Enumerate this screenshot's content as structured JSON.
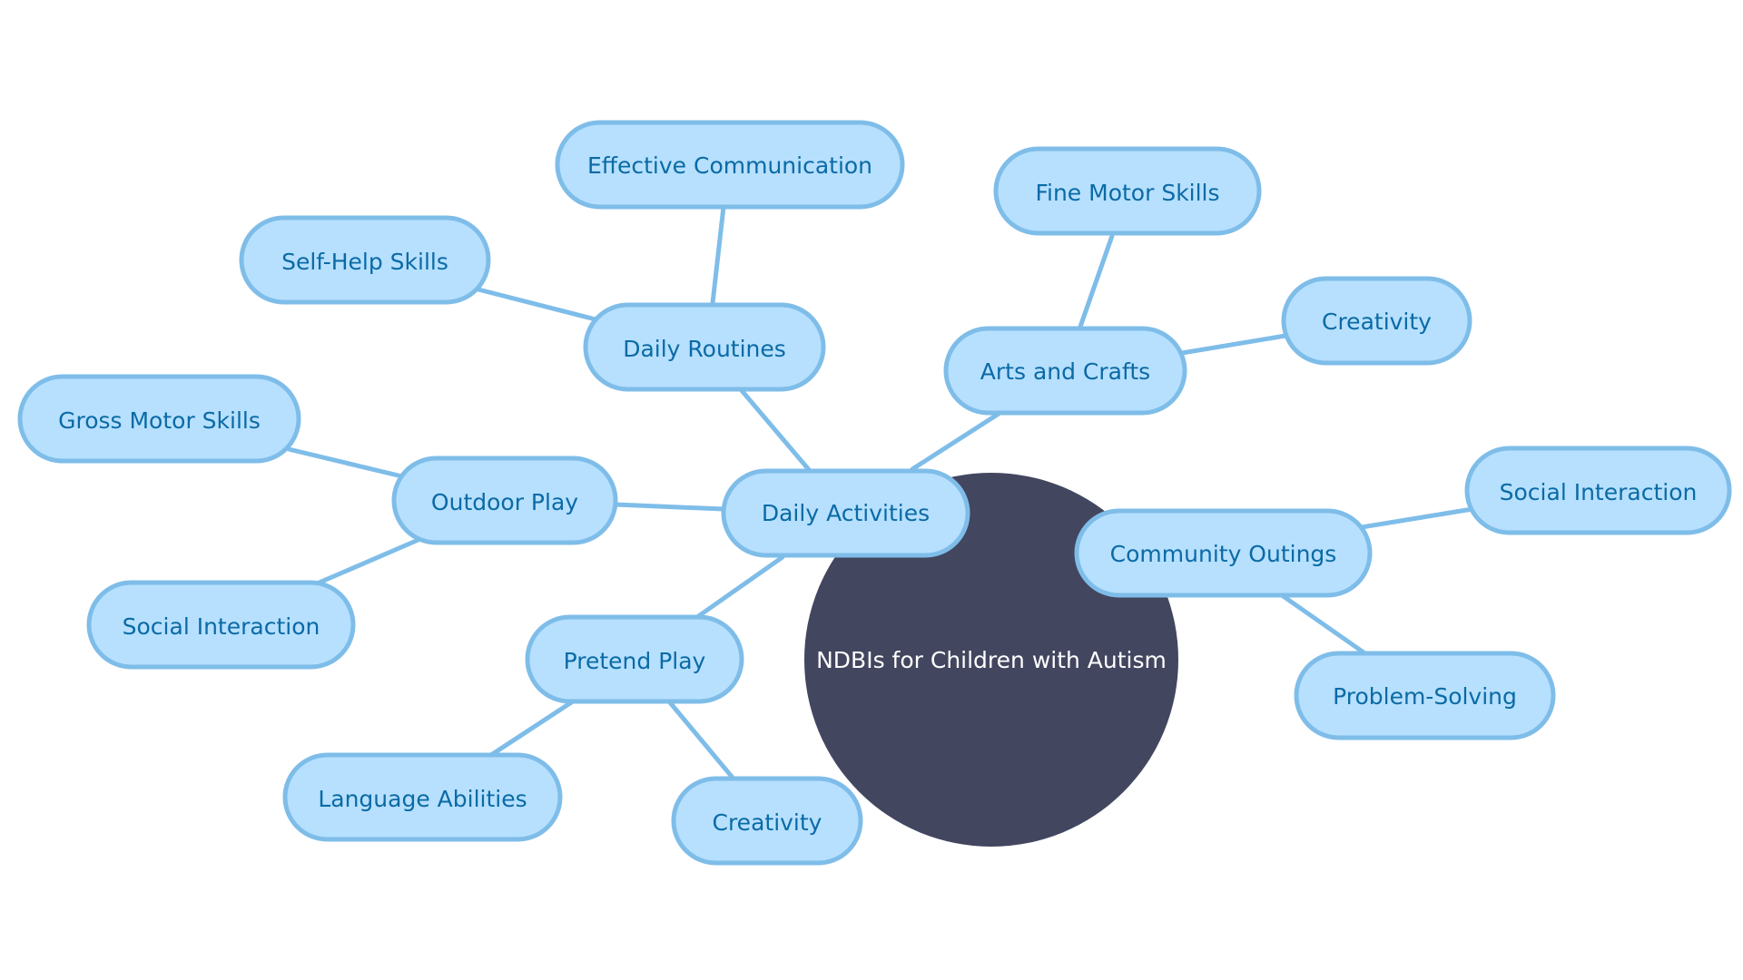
{
  "diagram": {
    "root": "NDBIs for Children with Autism",
    "hub": "Daily Activities",
    "branches": {
      "daily_routines": {
        "label": "Daily Routines",
        "children": [
          "Effective Communication",
          "Self-Help Skills"
        ]
      },
      "arts_and_crafts": {
        "label": "Arts and Crafts",
        "children": [
          "Fine Motor Skills",
          "Creativity"
        ]
      },
      "outdoor_play": {
        "label": "Outdoor Play",
        "children": [
          "Gross Motor Skills",
          "Social Interaction"
        ]
      },
      "pretend_play": {
        "label": "Pretend Play",
        "children": [
          "Language Abilities",
          "Creativity"
        ]
      },
      "community_outings": {
        "label": "Community Outings",
        "children": [
          "Social Interaction",
          "Problem-Solving"
        ]
      }
    },
    "colors": {
      "node_fill": "#b6e0fe",
      "node_stroke": "#7fbde9",
      "node_text": "#0b6aa5",
      "root_fill": "#42465f",
      "root_text": "#ffffff",
      "edge": "#7fbde9"
    }
  }
}
